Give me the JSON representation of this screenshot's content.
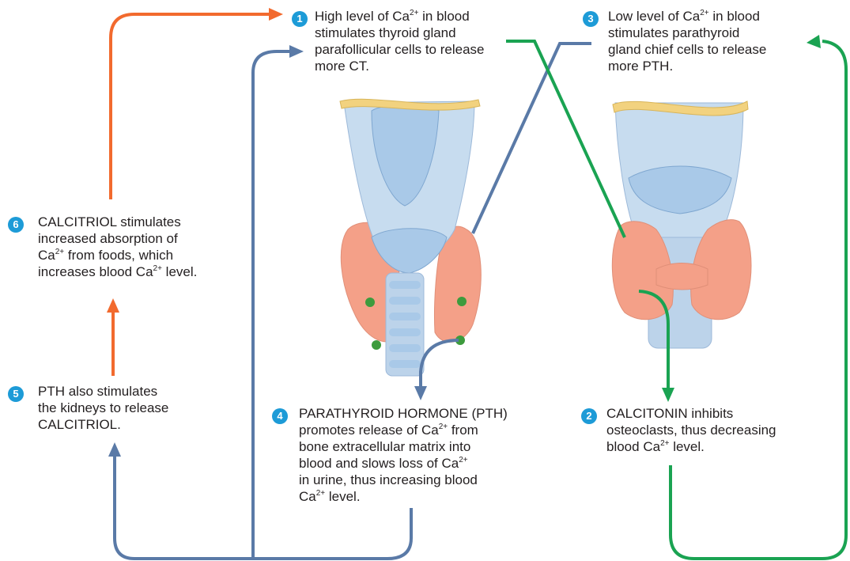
{
  "steps": [
    {
      "number": "1",
      "lines": [
        "High level of Ca{2+} in blood",
        "stimulates thyroid gland",
        "parafollicular cells to release",
        "more CT."
      ]
    },
    {
      "number": "2",
      "lines": [
        "CALCITONIN inhibits",
        "osteoclasts, thus decreasing",
        "blood Ca{2+} level."
      ]
    },
    {
      "number": "3",
      "lines": [
        "Low level of Ca{2+} in blood",
        "stimulates parathyroid",
        "gland chief cells to release",
        "more PTH."
      ]
    },
    {
      "number": "4",
      "lines": [
        "PARATHYROID HORMONE (PTH)",
        "promotes release of Ca{2+} from",
        "bone extracellular matrix into",
        "blood and slows loss of Ca{2+}",
        "in urine, thus increasing blood",
        "Ca{2+} level."
      ]
    },
    {
      "number": "5",
      "lines": [
        "PTH also stimulates",
        "the kidneys to release",
        "CALCITRIOL."
      ]
    },
    {
      "number": "6",
      "lines": [
        "CALCITRIOL stimulates",
        "increased absorption of",
        "Ca{2+} from foods, which",
        "increases blood Ca{2+} level."
      ]
    }
  ],
  "colors": {
    "badge": "#1d9bd7",
    "text": "#231f20",
    "arrow_pth": "#5a7aa7",
    "arrow_calcitonin": "#1aa352",
    "arrow_calcitriol": "#f26a2e",
    "thyroid": "#f4a088",
    "cartilage": "#a9c9e8",
    "hyoid": "#f2d27f",
    "parathyroid": "#3d9b3d"
  },
  "illustrations": [
    "thyroid-posterior-view-with-parathyroid-glands",
    "thyroid-anterior-view"
  ]
}
